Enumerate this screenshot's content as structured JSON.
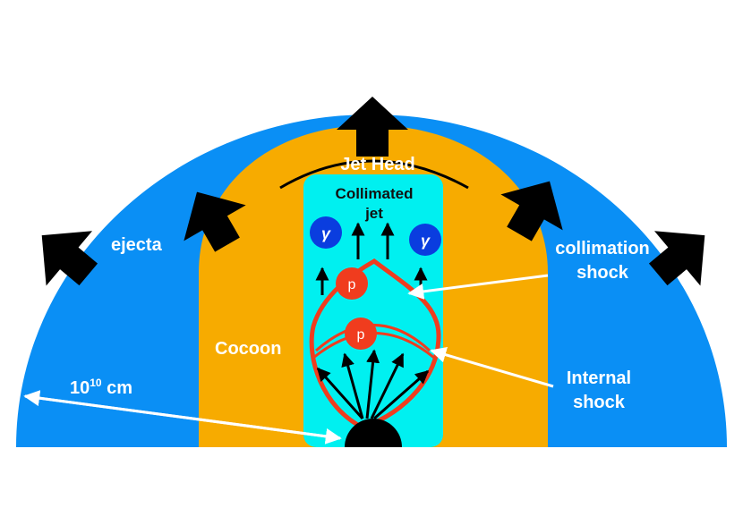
{
  "labels": {
    "jet_head": "Jet Head",
    "collimated_line1": "Collimated",
    "collimated_line2": "jet",
    "ejecta": "ejecta",
    "cocoon": "Cocoon",
    "collimation_line1": "collimation",
    "collimation_line2": "shock",
    "internal_line1": "Internal",
    "internal_line2": "shock",
    "radius_base": "10",
    "radius_exp": "10",
    "radius_unit": " cm",
    "gamma_left": "γ",
    "gamma_right": "γ",
    "proton_upper": "p",
    "proton_lower": "p"
  },
  "colors": {
    "ejecta": "#0a8ff5",
    "cocoon": "#f7ab00",
    "jet": "#00f0f0",
    "shock": "#f03c1e",
    "proton": "#f03c1e",
    "photon": "#0a3ddf",
    "arrows": "#000000",
    "pointer_arrows": "#ffffff"
  }
}
